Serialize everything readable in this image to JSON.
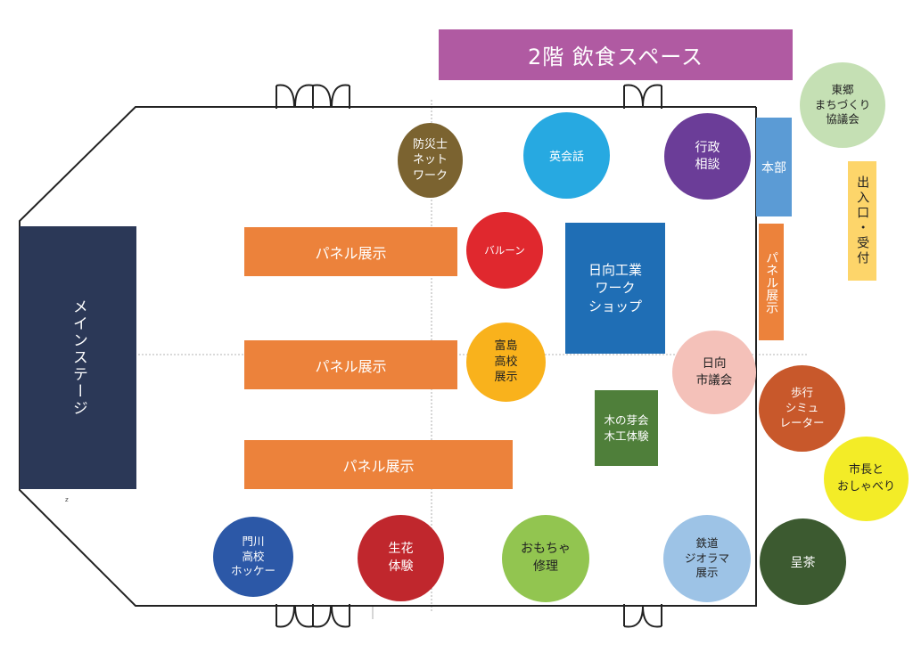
{
  "dining_space": "2階 飲食スペース",
  "main_stage": "メインステージ",
  "headquarters": "本部",
  "entrance": "出入口・受付",
  "small_mark": "z",
  "panels": [
    "パネル展示",
    "パネル展示",
    "パネル展示",
    "パネル展示"
  ],
  "booths": {
    "disaster": "防災士\nネット\nワーク",
    "english": "英会話",
    "gov": "行政\n相談",
    "togo": "東郷\nまちづくり\n協議会",
    "balloon": "バルーン",
    "hyuga_workshop": "日向工業\nワーク\nショップ",
    "tomishima": "富島\n高校\n展示",
    "council": "日向\n市議会",
    "kinome": "木の芽会\n木工体験",
    "walking": "歩行\nシミュ\nレーター",
    "mayor": "市長と\nおしゃべり",
    "kadogawa": "門川\n高校\nホッケー",
    "ikebana": "生花\n体験",
    "toys": "おもちゃ\n修理",
    "railway": "鉄道\nジオラマ\n展示",
    "tea": "呈茶"
  },
  "colors": {
    "dining": "#b05aa2",
    "stage": "#2b3857",
    "panel": "#ec823b",
    "hq": "#5b9bd5",
    "entrance": "#fdd56a",
    "disaster": "#7b6330",
    "english": "#27a9e1",
    "gov": "#6b3d98",
    "togo": "#c5e0b4",
    "balloon": "#e0282e",
    "hyuga_workshop": "#1f6eb5",
    "tomishima": "#f9b21c",
    "council": "#f4c1b9",
    "kinome": "#4f7f3a",
    "walking": "#c8582b",
    "mayor": "#f3ec27",
    "kadogawa": "#2c58a7",
    "ikebana": "#c0272d",
    "toys": "#92c550",
    "railway": "#9dc3e6",
    "tea": "#3c5a30"
  }
}
